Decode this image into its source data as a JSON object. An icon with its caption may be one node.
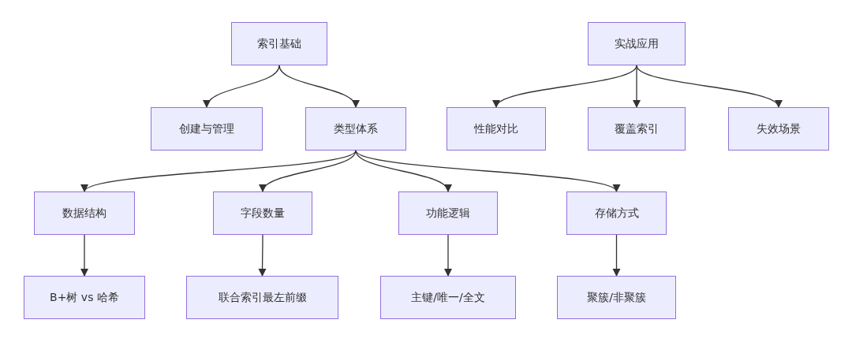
{
  "diagram": {
    "nodes": [
      {
        "text": [
          "索引基础"
        ]
      },
      {
        "text": [
          "实战应用"
        ]
      },
      {
        "text": [
          "创建与管理"
        ]
      },
      {
        "text": [
          "类型体系"
        ]
      },
      {
        "text": [
          "性能对比"
        ]
      },
      {
        "text": [
          "覆盖索引"
        ]
      },
      {
        "text": [
          "失效场景"
        ]
      },
      {
        "text": [
          "数据结构"
        ]
      },
      {
        "text": [
          "字段数量"
        ]
      },
      {
        "text": [
          "功能逻辑"
        ]
      },
      {
        "text": [
          "存储方式"
        ]
      },
      {
        "text": [
          "B+树 vs 哈希"
        ]
      },
      {
        "text": [
          "联合索引最左前缀"
        ]
      },
      {
        "text": [
          "主键/唯一/全文"
        ]
      },
      {
        "text": [
          "聚簇/非聚簇"
        ]
      }
    ],
    "edges": [
      {
        "from": 0,
        "to": 2,
        "arrow": "to"
      },
      {
        "from": 0,
        "to": 3,
        "arrow": "to"
      },
      {
        "from": 1,
        "to": 4,
        "arrow": "to"
      },
      {
        "from": 1,
        "to": 5,
        "arrow": "to"
      },
      {
        "from": 1,
        "to": 6,
        "arrow": "to"
      },
      {
        "from": 3,
        "to": 7,
        "arrow": "to"
      },
      {
        "from": 3,
        "to": 8,
        "arrow": "to"
      },
      {
        "from": 3,
        "to": 9,
        "arrow": "to"
      },
      {
        "from": 3,
        "to": 10,
        "arrow": "to"
      },
      {
        "from": 7,
        "to": 11,
        "arrow": "to"
      },
      {
        "from": 8,
        "to": 12,
        "arrow": "to"
      },
      {
        "from": 9,
        "to": 13,
        "arrow": "to"
      },
      {
        "from": 10,
        "to": 14,
        "arrow": "to"
      }
    ]
  }
}
